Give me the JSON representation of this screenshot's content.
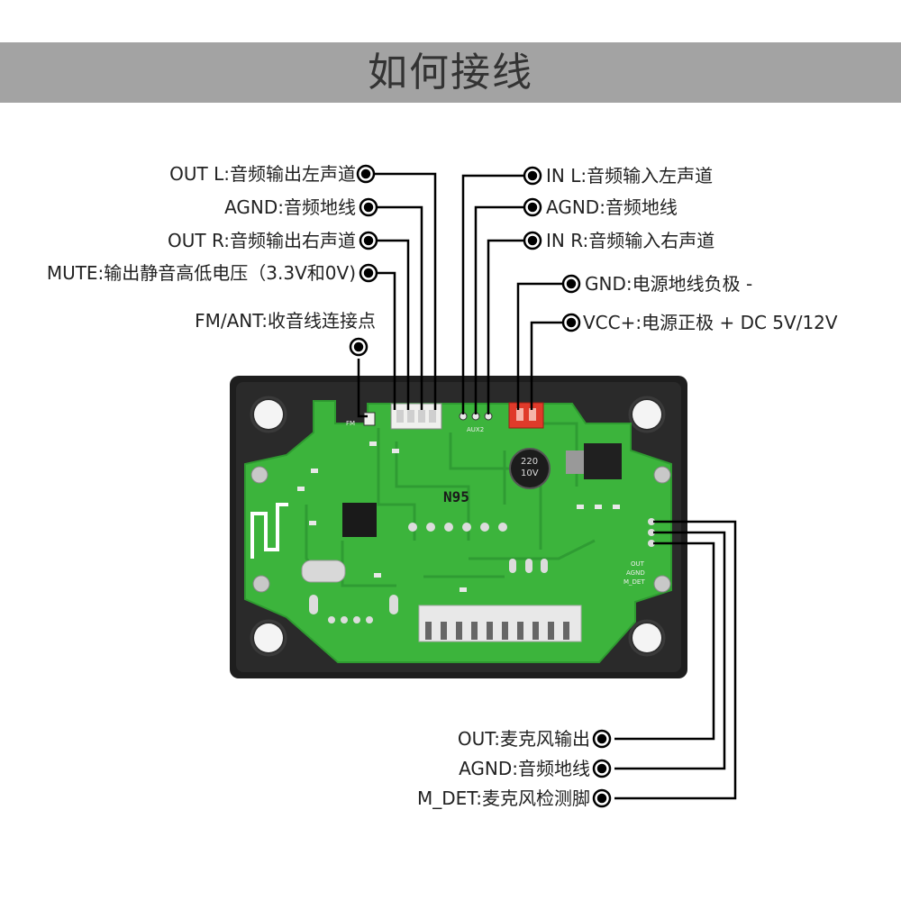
{
  "title": "如何接线",
  "left_pins": [
    {
      "label": "OUT L:音频输出左声道"
    },
    {
      "label": "AGND:音频地线"
    },
    {
      "label": "OUT R:音频输出右声道"
    },
    {
      "label": "MUTE:输出静音高低电压（3.3V和0V)"
    },
    {
      "label": "FM/ANT:收音线连接点"
    }
  ],
  "right_pins": [
    {
      "label": "IN L:音频输入左声道"
    },
    {
      "label": "AGND:音频地线"
    },
    {
      "label": "IN R:音频输入右声道"
    },
    {
      "label": "GND:电源地线负极 -"
    },
    {
      "label": "VCC+:电源正极 +  DC 5V/12V"
    }
  ],
  "bottom_pins": [
    {
      "label": "OUT:麦克风输出"
    },
    {
      "label": "AGND:音频地线"
    },
    {
      "label": "M_DET:麦克风检测脚"
    }
  ],
  "board": {
    "model": "N95",
    "capacitor_value": "220",
    "capacitor_voltage": "10V",
    "silk_aux": "AUX2",
    "silk_fm": "FM",
    "silk_mic": [
      "OUT",
      "AGND",
      "M_DET"
    ],
    "colors": {
      "pcb": "#3cb43c",
      "frame": "#1e1e1e",
      "connector_white": "#f0f0ee",
      "connector_red": "#e03a2a",
      "wire": "#000000"
    }
  }
}
